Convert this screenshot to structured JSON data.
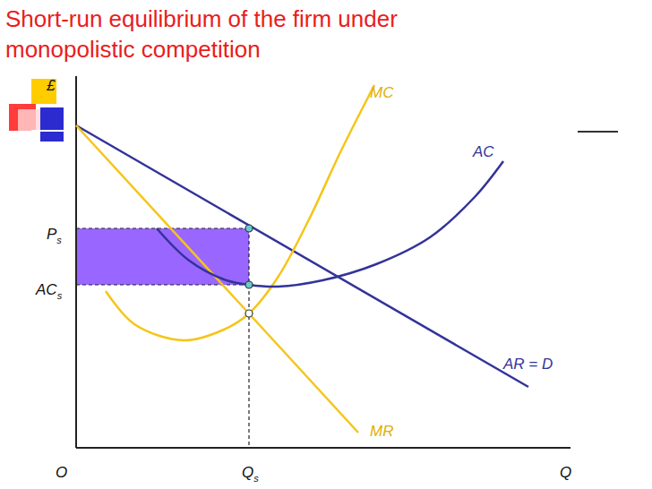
{
  "diagram": {
    "title": "Short-run equilibrium of the firm under monopolistic competition",
    "labels": [
      "£",
      "MC",
      "AC",
      "Ps",
      "ACs",
      "AR = D",
      "MR",
      "O",
      "Qs",
      "Q"
    ]
  }
}
